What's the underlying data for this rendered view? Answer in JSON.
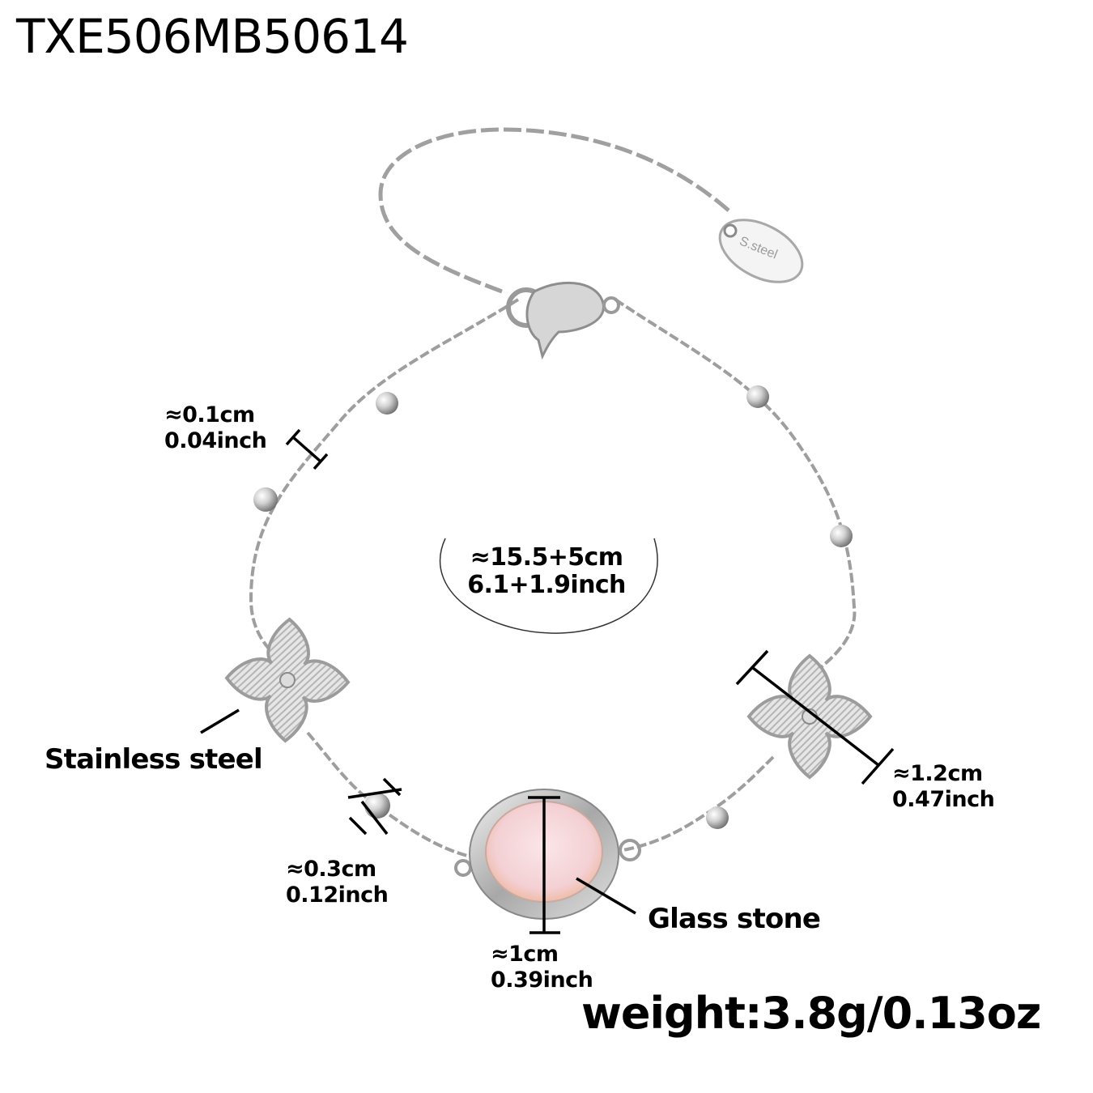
{
  "product": {
    "sku": "TXE506MB50614",
    "tag_engraving": "S.steel",
    "weight": "weight:3.8g/0.13oz"
  },
  "dimensions": {
    "chain_thickness": {
      "cm": "≈0.1cm",
      "inch": "0.04inch"
    },
    "total_length": {
      "cm": "≈15.5+5cm",
      "inch": "6.1+1.9inch"
    },
    "clover_size": {
      "cm": "≈1.2cm",
      "inch": "0.47inch"
    },
    "bead_size": {
      "cm": "≈0.3cm",
      "inch": "0.12inch"
    },
    "stone_size": {
      "cm": "≈1cm",
      "inch": "0.39inch"
    }
  },
  "materials": {
    "charm": "Stainless steel",
    "stone": "Glass stone"
  },
  "colors": {
    "metal": "#c8c8c8",
    "metal_dark": "#8a8a8a",
    "stone": "#f5d6d8",
    "stone_edge": "#f0b89a",
    "annotation": "#000000"
  }
}
